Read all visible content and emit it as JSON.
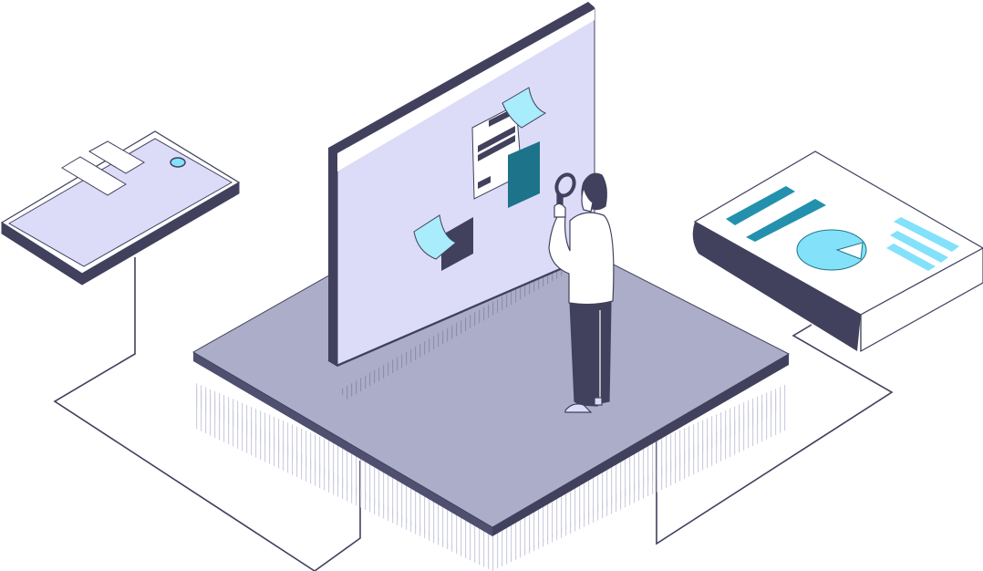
{
  "illustration": {
    "description": "Isometric illustration of a person with a magnifying glass inspecting notes on a board",
    "colors": {
      "outline": "#41415e",
      "dark": "#41415e",
      "platform_top": "#acadc8",
      "platform_edge": "#4f4f70",
      "board_face": "#dcdcf8",
      "board_header": "#ffffff",
      "sticky_note": "#a9ecfb",
      "teal_card": "#1d7389",
      "chart_bar": "#2391ad",
      "light_bar": "#83e1fa",
      "pie": "#83e1fa",
      "hatch": "#c9cadd",
      "white": "#ffffff"
    },
    "elements": {
      "phone": "phone-device",
      "board": "pinboard",
      "person": "person-with-magnifier",
      "report": "report-book",
      "platform": "isometric-platform"
    }
  }
}
